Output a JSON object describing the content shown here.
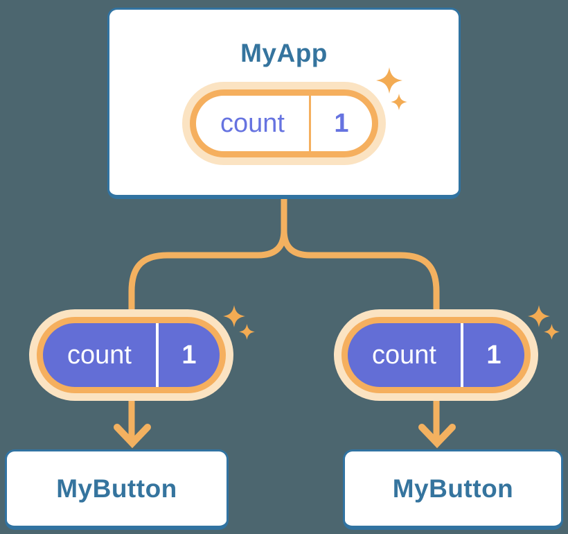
{
  "tree": {
    "root": {
      "title": "MyApp",
      "state": {
        "name": "count",
        "value": "1"
      }
    },
    "children": [
      {
        "title": "MyButton",
        "state": {
          "name": "count",
          "value": "1"
        }
      },
      {
        "title": "MyButton",
        "state": {
          "name": "count",
          "value": "1"
        }
      }
    ]
  },
  "icons": {
    "sparkle": "sparkle-icon (four-point star, orange)",
    "arrow": "arrow-down-icon (orange open chevron)"
  },
  "colors": {
    "background": "#4C666F",
    "card_border": "#3173A1",
    "card_background": "#FFFFFF",
    "title_text": "#35749E",
    "connector": "#F3B160",
    "pill_border": "#F5AF5E",
    "pill_halo": "#FBE3C2",
    "pill_fill_solid": "#636ED6",
    "pill_text_light": "#6673E0",
    "pill_text_solid": "#FFFFFF",
    "sparkle": "#F3AB53"
  }
}
